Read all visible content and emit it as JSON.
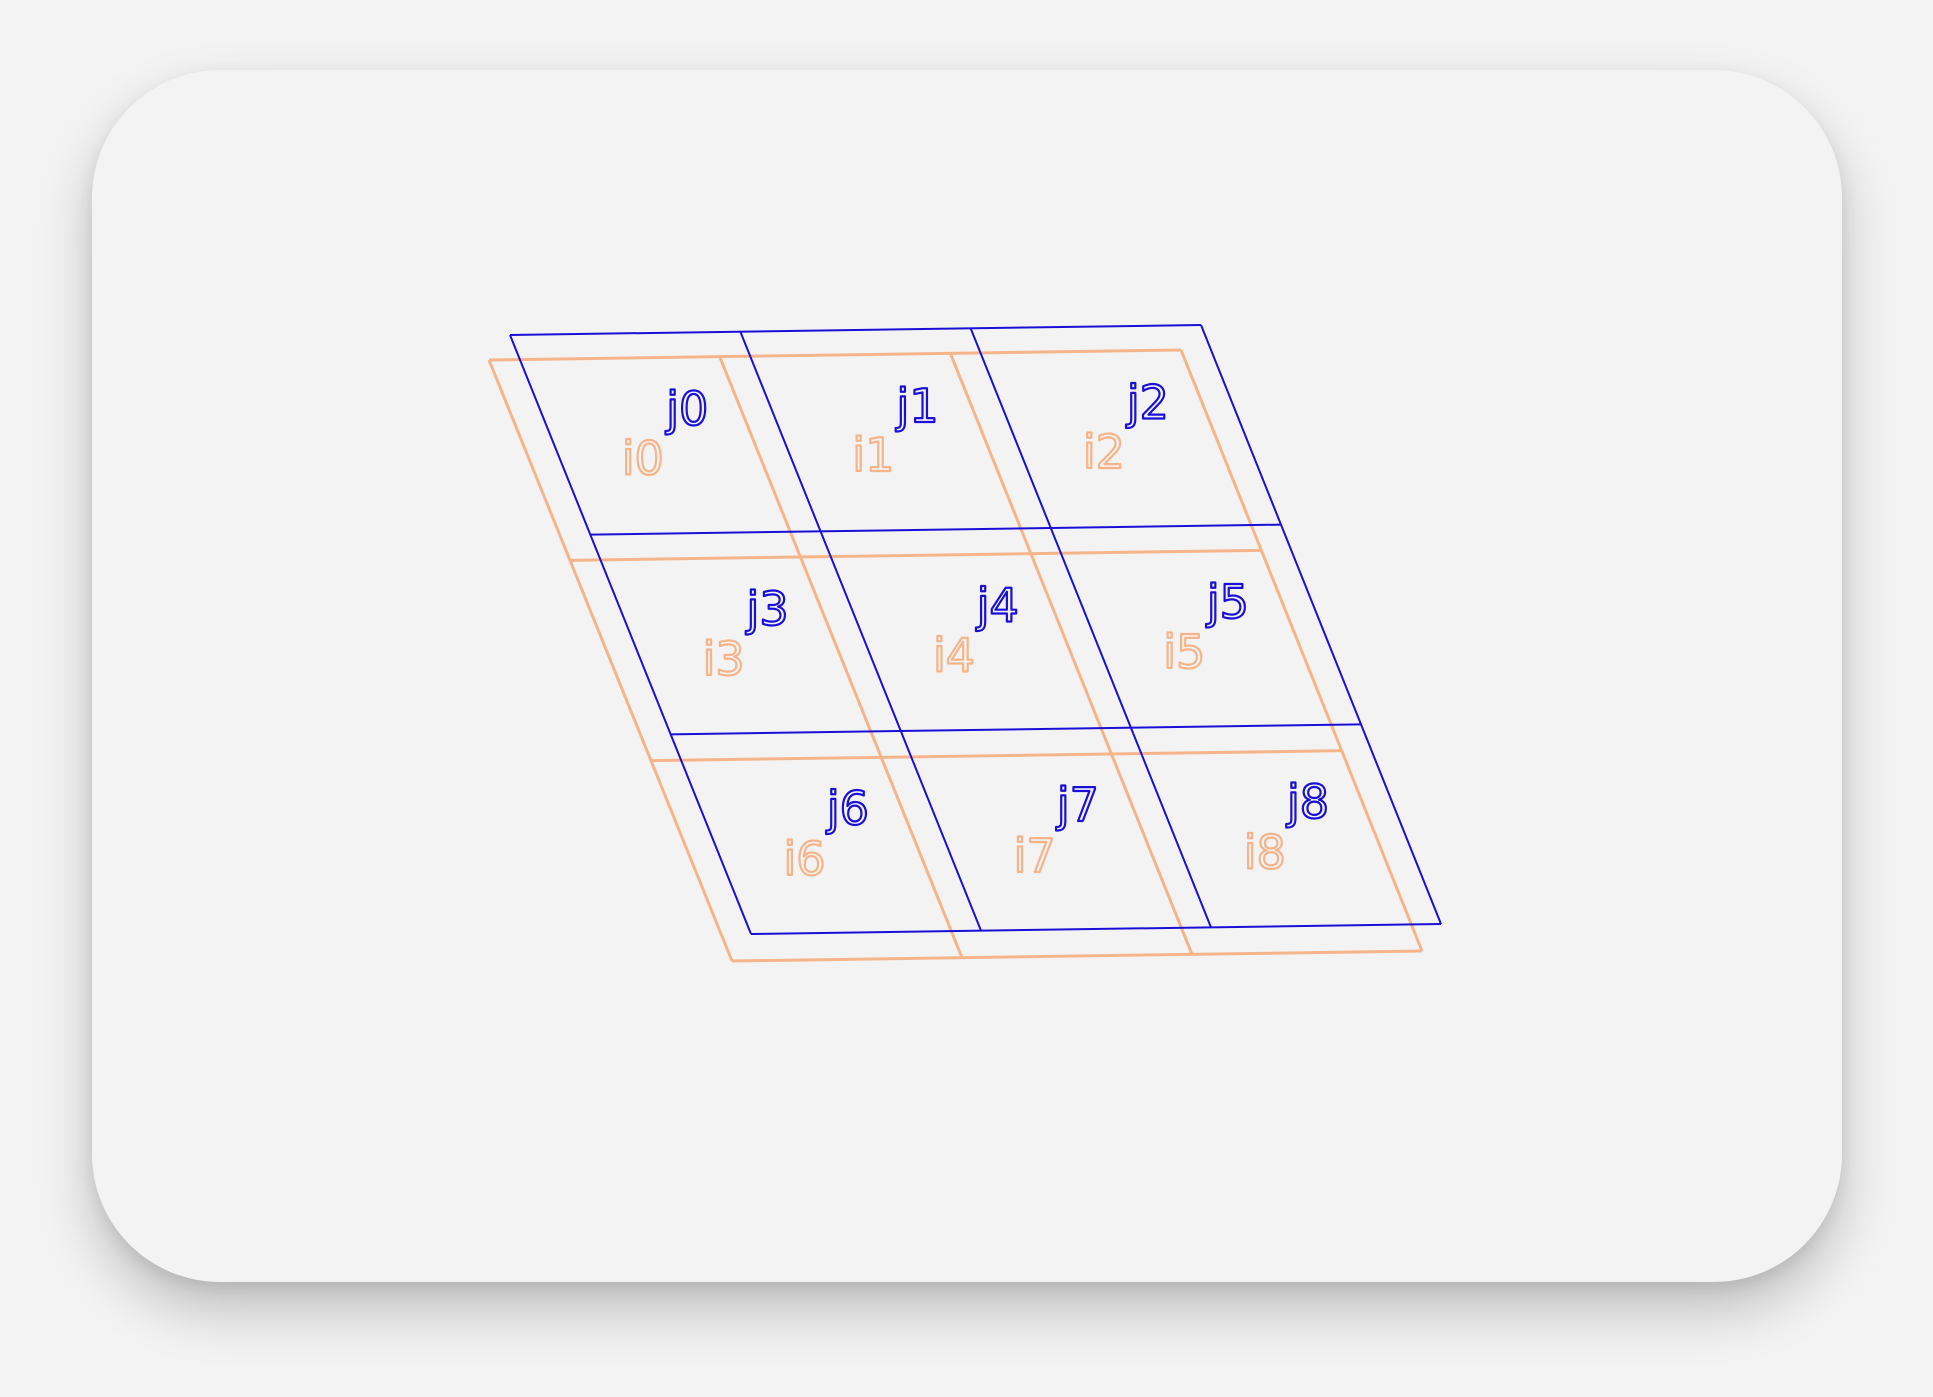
{
  "colors": {
    "background": "#f3f3f3",
    "grid_i": "#f6b48a",
    "grid_j": "#1a0fd6"
  },
  "grid_i": {
    "labels": [
      "i0",
      "i1",
      "i2",
      "i3",
      "i4",
      "i5",
      "i6",
      "i7",
      "i8"
    ]
  },
  "grid_j": {
    "labels": [
      "j0",
      "j1",
      "j2",
      "j3",
      "j4",
      "j5",
      "j6",
      "j7",
      "j8"
    ]
  }
}
